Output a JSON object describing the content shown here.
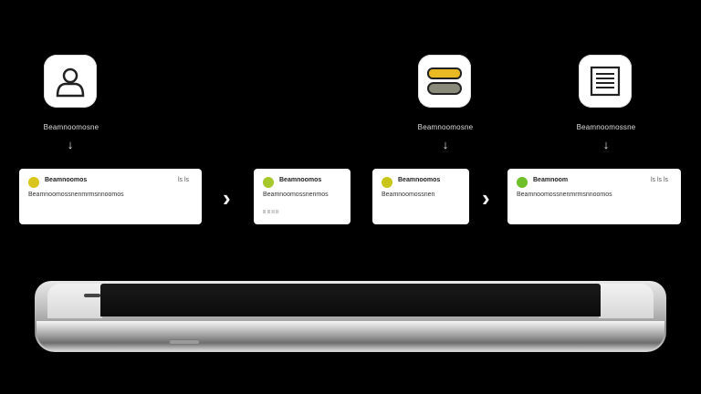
{
  "steps": [
    {
      "icon": "user-icon",
      "caption": "Beamnoomosne"
    },
    {
      "icon": "storage-icon",
      "caption": "Beamnoomosne"
    },
    {
      "icon": "document-list-icon",
      "caption": "Beamnoomossne"
    }
  ],
  "cards": [
    {
      "title": "Beamnoomos",
      "time": "ls ls",
      "body": "Beamnoomossnenmrmsnnoomos",
      "sub": "",
      "dot_color": "#d9c51c"
    },
    {
      "title": "Beamnoomos",
      "time": "",
      "body": "Beamnoomossnenmos",
      "sub": "lll lll lll lll",
      "dot_color": "#a6c82a"
    },
    {
      "title": "Beamnoomos",
      "time": "",
      "body": "Beamnoomossnen",
      "sub": "",
      "dot_color": "#c9c418"
    },
    {
      "title": "Beamnoom",
      "time": "ls ls ls",
      "body": "Beamnoomossnenmrmsnnoomos",
      "sub": "",
      "dot_color": "#6fbf2a"
    }
  ],
  "colors": {
    "background": "#000000",
    "card": "#ffffff",
    "caption": "#dcdcdc"
  }
}
